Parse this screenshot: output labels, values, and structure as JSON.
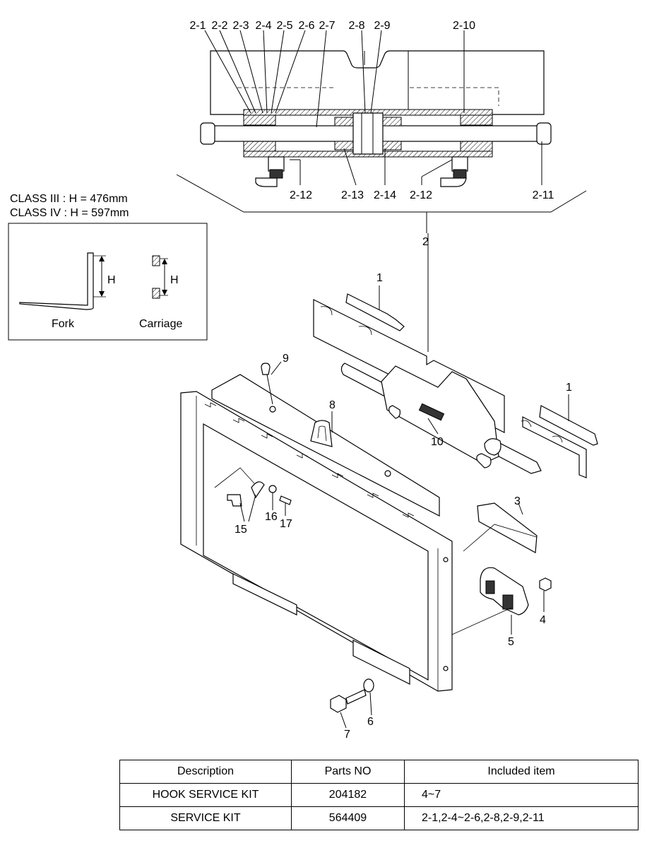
{
  "callouts_top": [
    "2-1",
    "2-2",
    "2-3",
    "2-4",
    "2-5",
    "2-6",
    "2-7",
    "2-8",
    "2-9",
    "2-10"
  ],
  "callouts_bottom": [
    "2-12",
    "2-13",
    "2-14",
    "2-12",
    "2-11"
  ],
  "callouts_main": {
    "p1a": "1",
    "p1b": "1",
    "p2": "2",
    "p3": "3",
    "p4": "4",
    "p5": "5",
    "p6": "6",
    "p7": "7",
    "p8": "8",
    "p9": "9",
    "p10": "10",
    "p15": "15",
    "p16": "16",
    "p17": "17"
  },
  "class_notes": [
    "CLASS III : H = 476mm",
    "CLASS IV : H = 597mm"
  ],
  "inset": {
    "fork_label": "Fork",
    "carriage_label": "Carriage",
    "h_label": "H"
  },
  "table": {
    "headers": [
      "Description",
      "Parts NO",
      "Included item"
    ],
    "rows": [
      [
        "HOOK SERVICE KIT",
        "204182",
        "4~7"
      ],
      [
        "SERVICE KIT",
        "564409",
        "2-1,2-4~2-6,2-8,2-9,2-11"
      ]
    ]
  }
}
